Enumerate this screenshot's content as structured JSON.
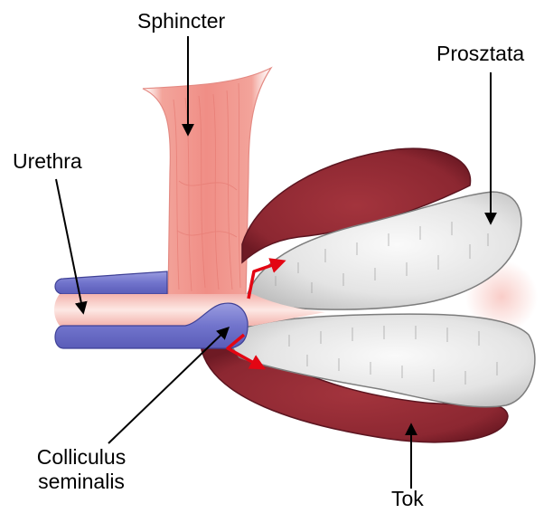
{
  "labels": {
    "sphincter": "Sphincter",
    "urethra": "Urethra",
    "prosztata": "Prosztata",
    "colliculus_line1": "Colliculus",
    "colliculus_line2": "seminalis",
    "tok": "Tok"
  },
  "colors": {
    "sphincter_fill": "#f4a7a0",
    "capsule_fill": "#9b3038",
    "capsule_dark": "#7a1e28",
    "gland_fill": "#e8e8e8",
    "gland_stroke": "#8a8a8a",
    "urethra_blue": "#7678cf",
    "lumen_pink": "#fbd9d4",
    "flow_arrow": "#e30613",
    "pointer": "#000000"
  }
}
